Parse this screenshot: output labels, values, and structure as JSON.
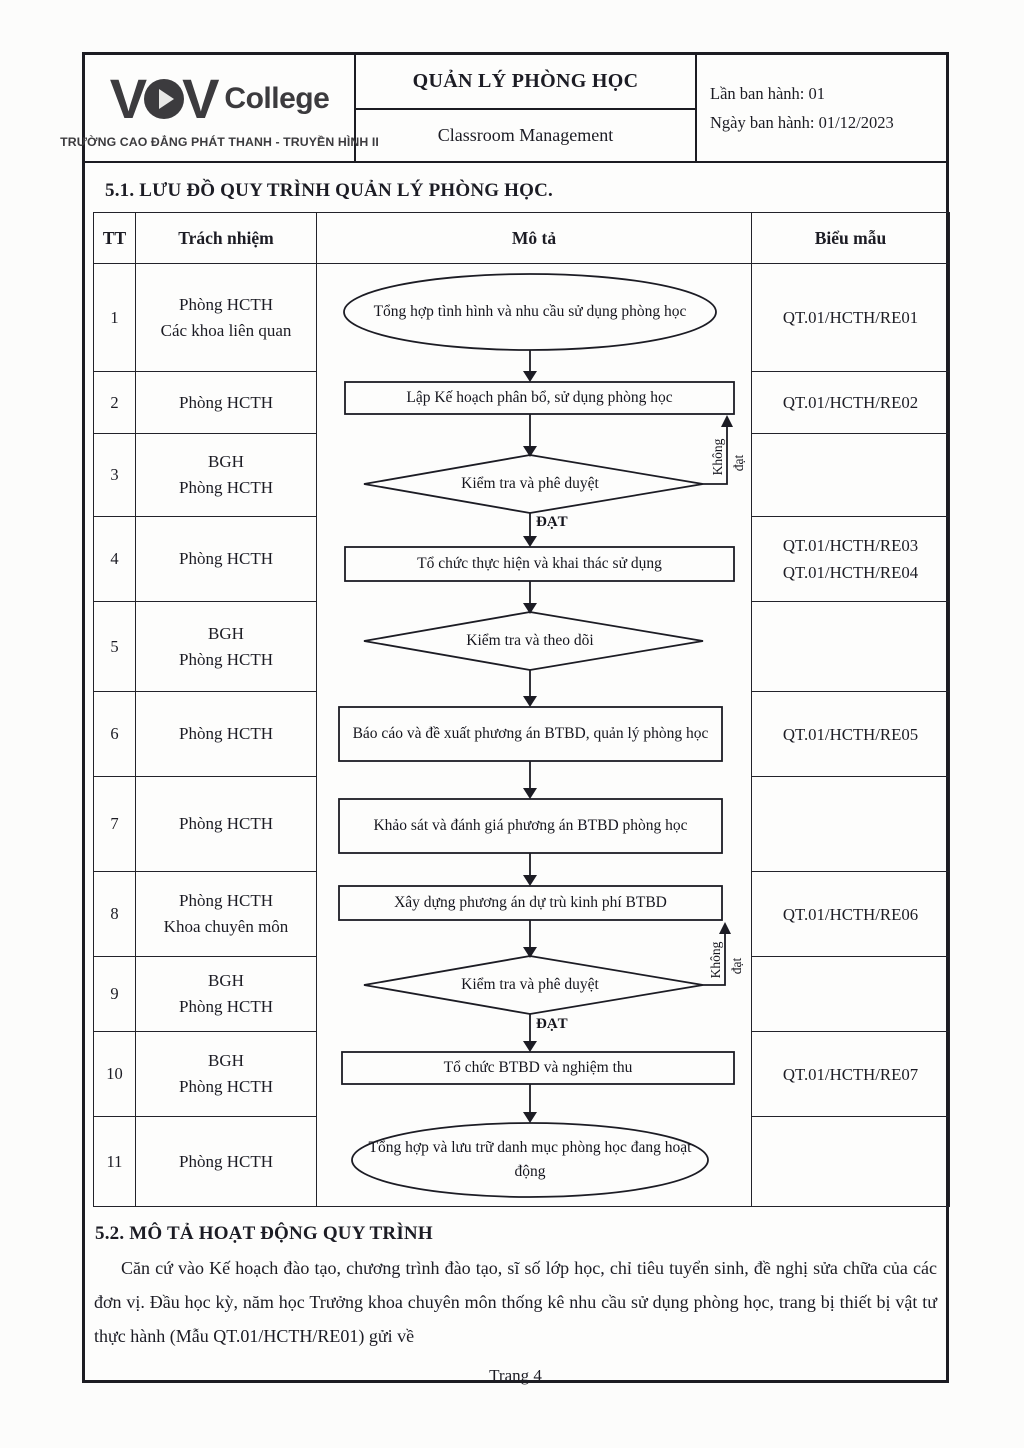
{
  "header": {
    "logo": {
      "vov_left": "V",
      "vov_right": "V",
      "college": "College",
      "subtitle": "TRƯỜNG CAO ĐẲNG PHÁT THANH - TRUYỀN HÌNH II"
    },
    "title_vi": "QUẢN LÝ PHÒNG HỌC",
    "title_en": "Classroom Management",
    "issue": {
      "line1": "Lần ban hành: 01",
      "line2": "Ngày ban hành: 01/12/2023"
    }
  },
  "section_51": {
    "title": "5.1. LƯU ĐỒ QUY TRÌNH QUẢN LÝ PHÒNG HỌC."
  },
  "table": {
    "headers": {
      "tt": "TT",
      "responsible": "Trách nhiệm",
      "description": "Mô tả",
      "form": "Biểu mẫu"
    },
    "rows": [
      {
        "tt": "1",
        "resp1": "Phòng HCTH",
        "resp2": "Các khoa liên quan",
        "form1": "QT.01/HCTH/RE01",
        "form2": ""
      },
      {
        "tt": "2",
        "resp1": "Phòng HCTH",
        "resp2": "",
        "form1": "QT.01/HCTH/RE02",
        "form2": ""
      },
      {
        "tt": "3",
        "resp1": "BGH",
        "resp2": "Phòng HCTH",
        "form1": "",
        "form2": ""
      },
      {
        "tt": "4",
        "resp1": "Phòng HCTH",
        "resp2": "",
        "form1": "QT.01/HCTH/RE03",
        "form2": "QT.01/HCTH/RE04"
      },
      {
        "tt": "5",
        "resp1": "BGH",
        "resp2": "Phòng HCTH",
        "form1": "",
        "form2": ""
      },
      {
        "tt": "6",
        "resp1": "Phòng HCTH",
        "resp2": "",
        "form1": "QT.01/HCTH/RE05",
        "form2": ""
      },
      {
        "tt": "7",
        "resp1": "Phòng HCTH",
        "resp2": "",
        "form1": "",
        "form2": ""
      },
      {
        "tt": "8",
        "resp1": "Phòng HCTH",
        "resp2": "Khoa chuyên môn",
        "form1": "QT.01/HCTH/RE06",
        "form2": ""
      },
      {
        "tt": "9",
        "resp1": "BGH",
        "resp2": "Phòng HCTH",
        "form1": "",
        "form2": ""
      },
      {
        "tt": "10",
        "resp1": "BGH",
        "resp2": "Phòng HCTH",
        "form1": "QT.01/HCTH/RE07",
        "form2": ""
      },
      {
        "tt": "11",
        "resp1": "Phòng HCTH",
        "resp2": "",
        "form1": "",
        "form2": ""
      }
    ]
  },
  "flowchart": {
    "node1": "Tổng hợp tình hình và nhu cầu sử dụng phòng học",
    "node2": "Lập Kế hoạch phân bổ, sử dụng phòng học",
    "node3": "Kiểm tra và phê duyệt",
    "node4": "Tổ chức thực hiện và khai thác sử dụng",
    "node5": "Kiểm tra và theo dõi",
    "node6": "Báo cáo và đề xuất phương án BTBD,  quản lý phòng học",
    "node7": "Khảo sát và đánh giá phương án BTBD phòng học",
    "node8": "Xây dựng phương án dự trù kinh phí BTBD",
    "node9": "Kiểm tra và phê duyệt",
    "node10": "Tổ chức BTBD và nghiệm thu",
    "node11": "Tổng hợp và lưu trữ danh mục phòng học đang hoạt động",
    "pass_label": "ĐẠT",
    "fail_word1": "Không",
    "fail_word2": "đạt"
  },
  "section_52": {
    "title": "5.2. MÔ TẢ HOẠT ĐỘNG QUY TRÌNH",
    "paragraph": "Căn cứ vào Kế hoạch đào tạo, chương trình đào tạo, sĩ số lớp học, chỉ tiêu tuyển sinh, đề nghị sửa chữa của các đơn vị. Đầu học kỳ, năm học Trưởng khoa chuyên môn thống kê nhu cầu sử dụng phòng học, trang bị thiết bị vật tư thực hành (Mẫu QT.01/HCTH/RE01) gửi về"
  },
  "footer": {
    "page_label": "Trang 4"
  },
  "colors": {
    "ink": "#1c1c24",
    "logo": "#3c3b3e"
  }
}
